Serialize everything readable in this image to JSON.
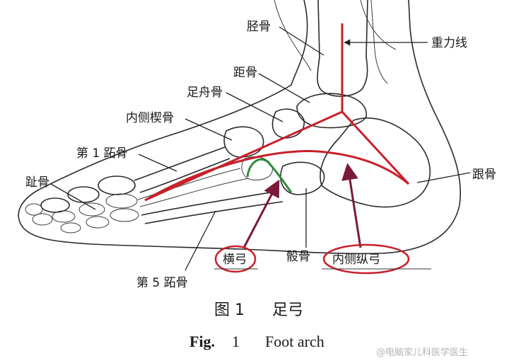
{
  "labels": {
    "tibia": "胫骨",
    "gravity_line": "重力线",
    "talus": "距骨",
    "navicular": "足舟骨",
    "medial_cuneiform": "内侧楔骨",
    "first_metatarsal": "第 1 跖骨",
    "phalanges": "趾骨",
    "calcaneus": "跟骨",
    "transverse_arch": "横弓",
    "cuboid": "骰骨",
    "medial_longitudinal_arch": "内侧纵弓",
    "fifth_metatarsal": "第 5 跖骨"
  },
  "caption": {
    "cn_fig": "图 1",
    "cn_title": "足弓",
    "en_fig": "Fig.",
    "en_num": "1",
    "en_title": "Foot arch"
  },
  "watermark": "@电脑家儿科医学医生",
  "colors": {
    "arch_lines": "#c8202a",
    "transverse_marker": "#2e8b3a",
    "arrow": "#7a1a3a",
    "ink": "#1a1a1a"
  }
}
